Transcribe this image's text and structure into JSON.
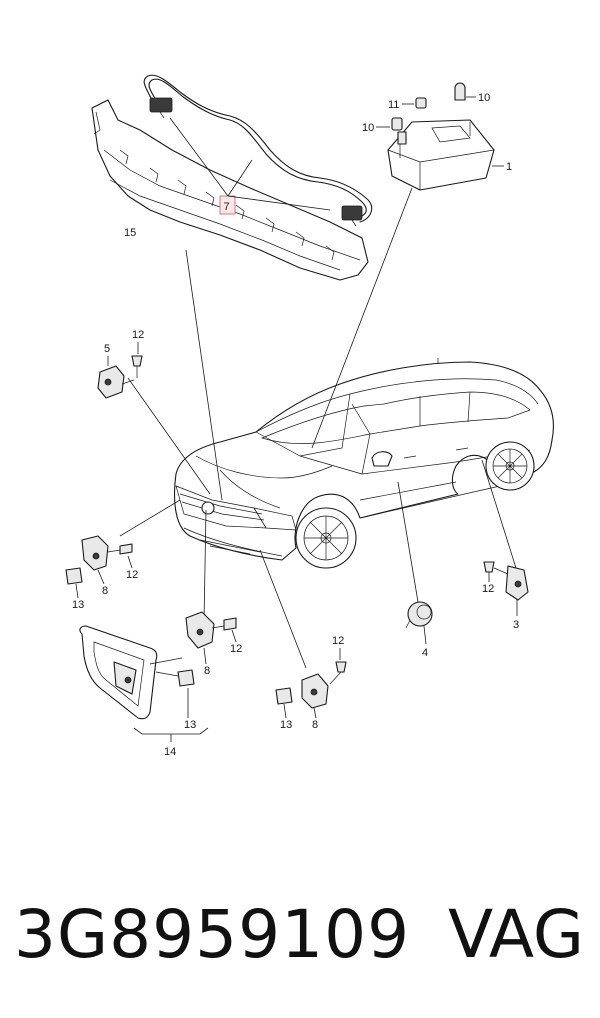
{
  "diagram": {
    "callouts": {
      "c1": "1",
      "c3": "3",
      "c4": "4",
      "c5": "5",
      "c7": "7",
      "c8a": "8",
      "c8b": "8",
      "c8c": "8",
      "c10a": "10",
      "c10b": "10",
      "c11": "11",
      "c12a": "12",
      "c12b": "12",
      "c12c": "12",
      "c12d": "12",
      "c12e": "12",
      "c13a": "13",
      "c13b": "13",
      "c13c": "13",
      "c14": "14",
      "c15": "15"
    },
    "highlight_color": "#e07070"
  },
  "footer": {
    "part_number": "3G8959109",
    "brand": "VAG"
  }
}
